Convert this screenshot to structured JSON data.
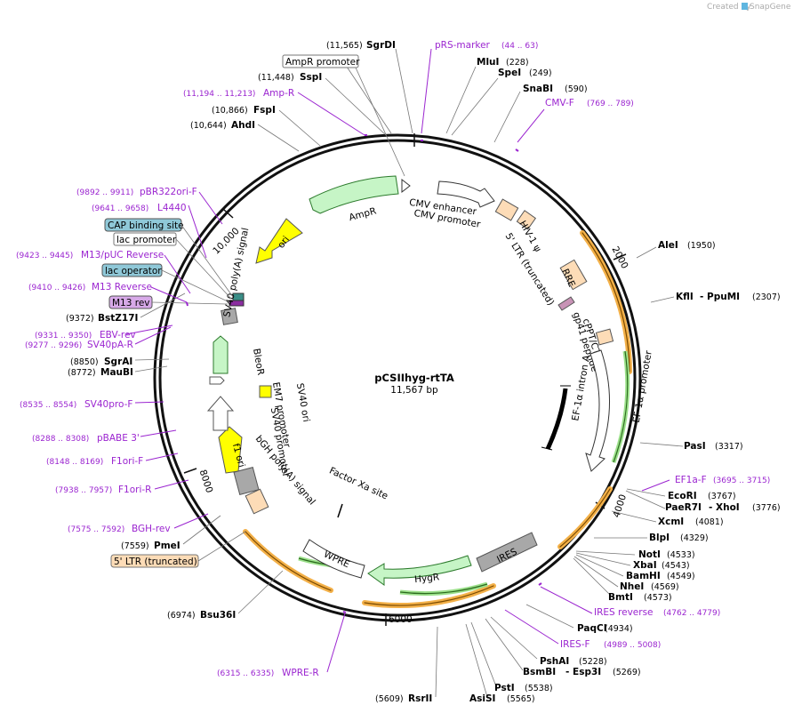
{
  "credit": {
    "created_by": "Created by",
    "brand": "SnapGene"
  },
  "plasmid": {
    "name": "pCSIIhyg-rtTA",
    "size": "11,567 bp"
  },
  "ticks": [
    "2000",
    "4000",
    "6000",
    "8000",
    "10,000"
  ],
  "enzymes_right": [
    {
      "name": "MluI",
      "pos": "(228)"
    },
    {
      "name": "SpeI",
      "pos": "(249)"
    },
    {
      "name": "SnaBI",
      "pos": "(590)"
    },
    {
      "name": "AleI",
      "pos": "(1950)"
    },
    {
      "name": "KflI",
      "name2": "PpuMI",
      "pos": "(2307)"
    },
    {
      "name": "PasI",
      "pos": "(3317)"
    },
    {
      "name": "EcoRI",
      "pos": "(3767)"
    },
    {
      "name": "PaeR7I",
      "name2": "XhoI",
      "pos": "(3776)"
    },
    {
      "name": "XcmI",
      "pos": "(4081)"
    },
    {
      "name": "BlpI",
      "pos": "(4329)"
    },
    {
      "name": "NotI",
      "pos": "(4533)"
    },
    {
      "name": "XbaI",
      "pos": "(4543)"
    },
    {
      "name": "BamHI",
      "pos": "(4549)"
    },
    {
      "name": "NheI",
      "pos": "(4569)"
    },
    {
      "name": "BmtI",
      "pos": "(4573)"
    },
    {
      "name": "PaqCI",
      "pos": "(4934)"
    },
    {
      "name": "PshAI",
      "pos": "(5228)"
    },
    {
      "name": "BsmBI",
      "name2": "Esp3I",
      "pos": "(5269)"
    },
    {
      "name": "PstI",
      "pos": "(5538)"
    },
    {
      "name": "AsiSI",
      "pos": "(5565)"
    },
    {
      "name": "RsrII",
      "pos": "(5609)"
    }
  ],
  "enzymes_left": [
    {
      "name": "SgrDI",
      "pos": "(11,565)"
    },
    {
      "name": "SspI",
      "pos": "(11,448)"
    },
    {
      "name": "FspI",
      "pos": "(10,866)"
    },
    {
      "name": "AhdI",
      "pos": "(10,644)"
    },
    {
      "name": "BstZ17I",
      "pos": "(9372)"
    },
    {
      "name": "SgrAI",
      "pos": "(8850)"
    },
    {
      "name": "MauBI",
      "pos": "(8772)"
    },
    {
      "name": "PmeI",
      "pos": "(7559)"
    },
    {
      "name": "Bsu36I",
      "pos": "(6974)"
    }
  ],
  "primers": [
    {
      "name": "pRS-marker",
      "pos": "(44 .. 63)"
    },
    {
      "name": "CMV-F",
      "pos": "(769 .. 789)"
    },
    {
      "name": "EF1a-F",
      "pos": "(3695 .. 3715)"
    },
    {
      "name": "IRES reverse",
      "pos": "(4762 .. 4779)"
    },
    {
      "name": "IRES-F",
      "pos": "(4989 .. 5008)"
    },
    {
      "name": "WPRE-R",
      "pos": "(6315 .. 6335)"
    },
    {
      "name": "BGH-rev",
      "pos": "(7575 .. 7592)"
    },
    {
      "name": "F1ori-R",
      "pos": "(7938 .. 7957)"
    },
    {
      "name": "F1ori-F",
      "pos": "(8148 .. 8169)"
    },
    {
      "name": "pBABE 3'",
      "pos": "(8288 .. 8308)"
    },
    {
      "name": "SV40pro-F",
      "pos": "(8535 .. 8554)"
    },
    {
      "name": "SV40pA-R",
      "pos": "(9277 .. 9296)"
    },
    {
      "name": "EBV-rev",
      "pos": "(9331 .. 9350)"
    },
    {
      "name": "M13 Reverse",
      "pos": "(9410 .. 9426)"
    },
    {
      "name": "M13/pUC Reverse",
      "pos": "(9423 .. 9445)"
    },
    {
      "name": "L4440",
      "pos": "(9641 .. 9658)"
    },
    {
      "name": "pBR322ori-F",
      "pos": "(9892 .. 9911)"
    },
    {
      "name": "Amp-R",
      "pos": "(11,194 .. 11,213)"
    }
  ],
  "boxed_labels": {
    "ampr_promoter": "AmpR promoter",
    "cap_binding_site": "CAP binding site",
    "lac_promoter": "lac promoter",
    "lac_operator": "lac operator",
    "m13_rev": "M13 rev",
    "ltr_truncated": "5' LTR (truncated)"
  },
  "features": {
    "ampr": "AmpR",
    "cmv_enhancer": "CMV enhancer",
    "cmv_promoter": "CMV promoter",
    "hiv_psi": "HIV-1 ψ",
    "ltr5": "5' LTR (truncated)",
    "rre": "RRE",
    "cppt": "cPPT/CTS",
    "gp41": "gp41 peptide",
    "ef1a_promoter": "EF-1α promoter",
    "ef1a_intron": "EF-1α intron A",
    "ires": "IRES",
    "hygr": "HygR",
    "wpre": "WPRE",
    "factor_xa": "Factor Xa site",
    "bgh": "bGH poly(A) signal",
    "f1ori": "f1 ori",
    "sv40_promoter": "SV40 promoter",
    "em7": "EM7 promoter",
    "bleor": "BleoR",
    "sv40_ori": "SV40 ori",
    "sv40_polya": "SV40 poly(A) signal",
    "ori": "ori"
  },
  "colors": {
    "backbone": "#111111",
    "primer": "#9b25d0",
    "orf_green": "#c6f5c6",
    "orf_outline": "#2c7a2c",
    "ori_yellow": "#ffff00",
    "ltr_peach": "#fddcb7",
    "promoter_white": "#ffffff",
    "ires_gray": "#a8a8a8",
    "cap_blue": "#8fc8d8",
    "m13_purple": "#d7a9e8",
    "orange_band": "#f0a840"
  }
}
